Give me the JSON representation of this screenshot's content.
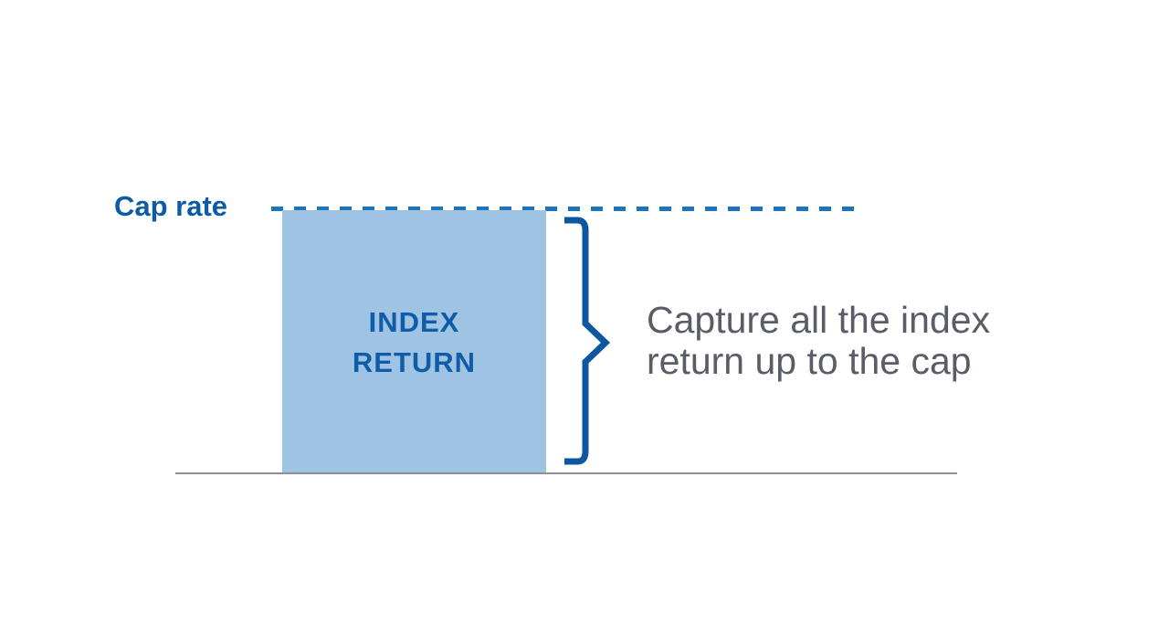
{
  "diagram": {
    "cap_rate_label": "Cap rate",
    "bar_label": {
      "line1": "INDEX",
      "line2": "RETURN"
    },
    "caption": {
      "line1": "Capture all the index",
      "line2": "return up to the cap"
    },
    "colors": {
      "bar_fill": "#9fc3e2",
      "dashed_line_blue": "#1c75bc",
      "dark_blue": "#0d5ba6",
      "caption_gray": "#5a5d68",
      "baseline_gray": "#8f8f97"
    }
  }
}
